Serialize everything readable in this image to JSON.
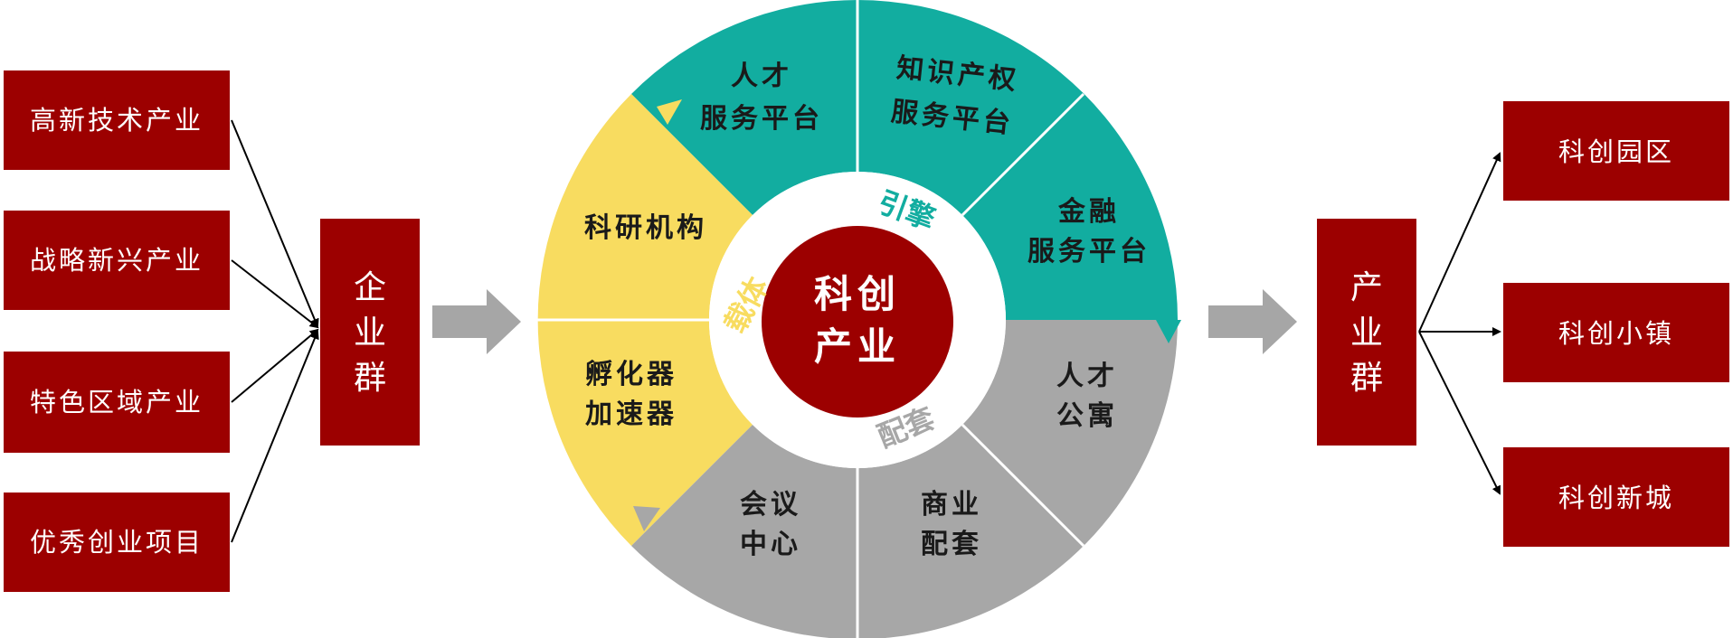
{
  "colors": {
    "box": "#9c0000",
    "teal": "#12ada0",
    "yellow": "#f8dc60",
    "gray": "#a7a7a7",
    "arrow": "#a6a6a6",
    "line": "#000000"
  },
  "left_boxes": [
    "高新技术产业",
    "战略新兴产业",
    "特色区域产业",
    "优秀创业项目"
  ],
  "enterprise_group": [
    "企",
    "业",
    "群"
  ],
  "industry_group": [
    "产",
    "业",
    "群"
  ],
  "right_boxes": [
    "科创园区",
    "科创小镇",
    "科创新城"
  ],
  "circle": {
    "center": [
      "科创",
      "产业"
    ],
    "engine_label": "引擎",
    "carrier_label": "载体",
    "support_label": "配套",
    "segments": {
      "talent_service": [
        "人才",
        "服务平台"
      ],
      "ip_service": [
        "知识产权",
        "服务平台"
      ],
      "finance_service": [
        "金融",
        "服务平台"
      ],
      "research": [
        "科研机构"
      ],
      "incubator": [
        "孵化器",
        "加速器"
      ],
      "apartment": [
        "人才",
        "公寓"
      ],
      "commerce": [
        "商业",
        "配套"
      ],
      "conference": [
        "会议",
        "中心"
      ]
    }
  }
}
